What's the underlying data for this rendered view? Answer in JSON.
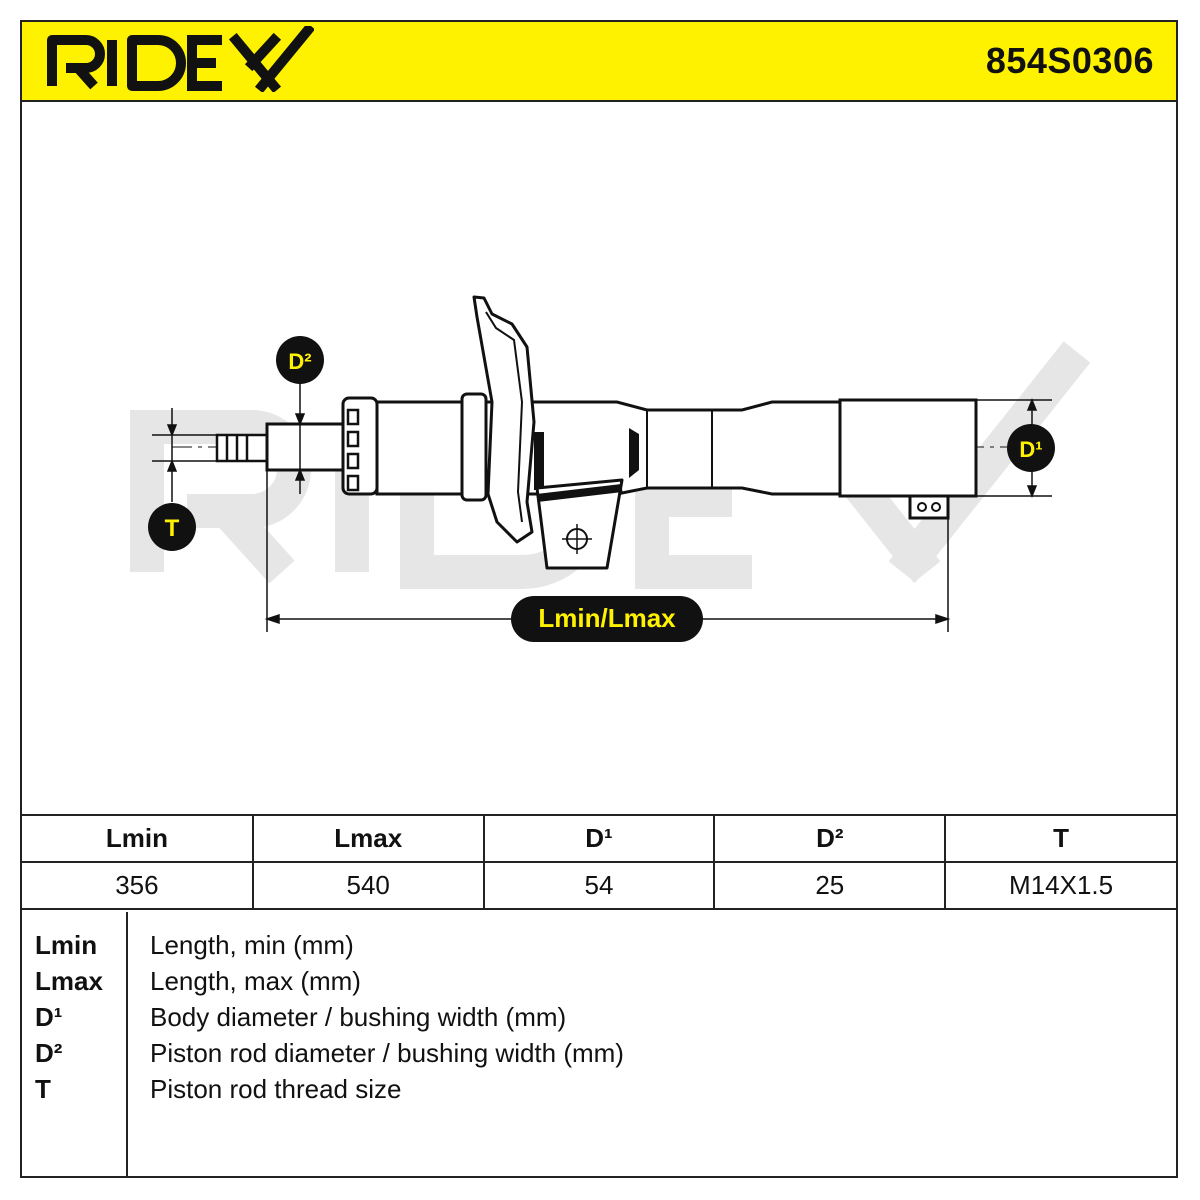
{
  "brand": "RIDEX",
  "part_number": "854S0306",
  "drawing": {
    "watermark": "RIDEX",
    "callouts": {
      "d2": "D²",
      "t": "T",
      "d1": "D¹",
      "length": "Lmin/Lmax"
    }
  },
  "spec_table": {
    "headers": [
      "Lmin",
      "Lmax",
      "D¹",
      "D²",
      "T"
    ],
    "values": [
      "356",
      "540",
      "54",
      "25",
      "M14X1.5"
    ]
  },
  "legend": [
    {
      "key": "Lmin",
      "desc": "Length, min (mm)"
    },
    {
      "key": "Lmax",
      "desc": "Length, max (mm)"
    },
    {
      "key": "D¹",
      "desc": "Body diameter / bushing width (mm)"
    },
    {
      "key": "D²",
      "desc": "Piston rod diameter / bushing width (mm)"
    },
    {
      "key": "T",
      "desc": "Piston rod thread size"
    }
  ],
  "colors": {
    "accent": "#fff200",
    "ink": "#111111",
    "watermark": "#e6e6e6"
  }
}
